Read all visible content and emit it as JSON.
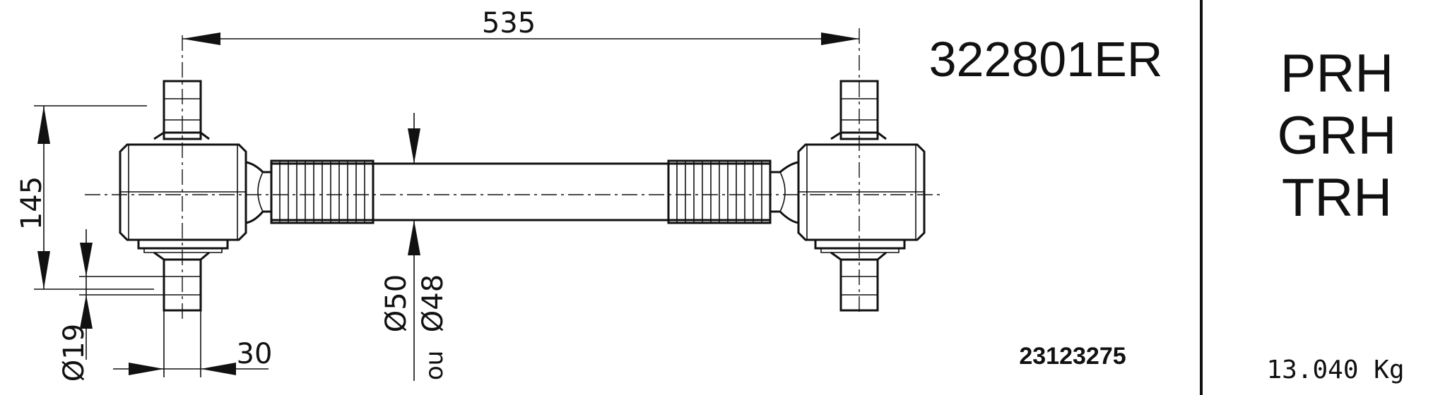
{
  "dimensions": {
    "length": "535",
    "height": "145",
    "pin_diameter": "Ø19",
    "pin_length": "30",
    "tube_diameter_1": "Ø50",
    "tube_diameter_2": "Ø48",
    "or_label": "ou"
  },
  "part_number": "322801ER",
  "reference_number": "23123275",
  "models": [
    "PRH",
    "GRH",
    "TRH"
  ],
  "weight": "13.040 Kg"
}
